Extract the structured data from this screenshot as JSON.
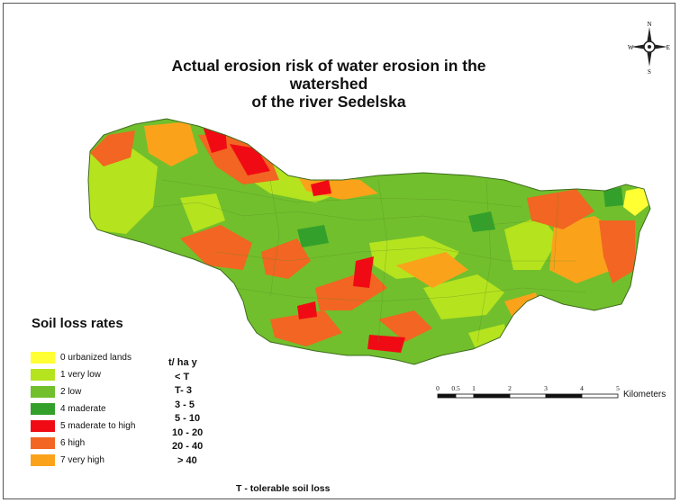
{
  "title_line1": "Actual erosion risk of water erosion in the watershed",
  "title_line2": "of the river Sedelska",
  "legend": {
    "title": "Soil loss rates",
    "items": [
      {
        "label": "0 urbanized lands",
        "color": "#ffff33"
      },
      {
        "label": "1 very low",
        "color": "#b5e31e"
      },
      {
        "label": "2 low",
        "color": "#71bf2c"
      },
      {
        "label": "4 maderate",
        "color": "#34a02c"
      },
      {
        "label": " 5 maderate to high",
        "color": "#f00b14"
      },
      {
        "label": "6 high",
        "color": "#f26522"
      },
      {
        "label": "7 very high",
        "color": "#fba21b"
      }
    ]
  },
  "rates": {
    "unit": "t/ ha y",
    "values": [
      "< T",
      "T- 3",
      "3 - 5",
      "5 - 10",
      "10 - 20",
      "20 - 40",
      "> 40"
    ]
  },
  "footnote": "T - tolerable soil loss",
  "scale_bar": {
    "ticks": [
      "0",
      "0.5",
      "1",
      "2",
      "3",
      "4",
      "5"
    ],
    "unit": "Kilometers"
  },
  "north_arrow": {
    "n": "N",
    "e": "E",
    "s": "S",
    "w": "W"
  }
}
